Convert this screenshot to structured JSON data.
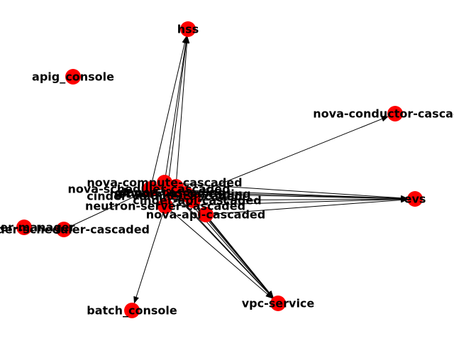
{
  "graph": {
    "node_color": "#ff0000",
    "edge_color": "#000000",
    "background": "#ffffff",
    "nodes": [
      {
        "id": "hss",
        "label": "hss"
      },
      {
        "id": "apig_console",
        "label": "apig_console"
      },
      {
        "id": "nova-conductor-cascaded",
        "label": "nova-conductor-cascaded"
      },
      {
        "id": "evs",
        "label": "evs"
      },
      {
        "id": "nova-compute-cascaded",
        "label": "nova-compute-cascaded"
      },
      {
        "id": "nova-scheduler-cascaded",
        "label": "nova-scheduler-cascaded"
      },
      {
        "id": "cinder-volume-cascaded",
        "label": "cinder-volume-cascaded"
      },
      {
        "id": "neutron-server-cascaded",
        "label": "neutron-server-cascaded"
      },
      {
        "id": "nova-api-cascaded",
        "label": "nova-api-cascaded"
      },
      {
        "id": "cinder-scheduler-cascaded",
        "label": "cinder-scheduler-cascaded"
      },
      {
        "id": "cinder-manager",
        "label": "cinder-manager"
      },
      {
        "id": "batch_console",
        "label": "batch_console"
      },
      {
        "id": "vpc-service",
        "label": "vpc-service"
      },
      {
        "id": "networking-cascading",
        "label": "networking-cascading"
      },
      {
        "id": "cinder-api-cascaded",
        "label": "cinder-api-cascaded"
      },
      {
        "id": "glance-cascading",
        "label": "glance-cascading"
      }
    ],
    "edges": [
      [
        "nova-compute-cascaded",
        "hss"
      ],
      [
        "nova-compute-cascaded",
        "evs"
      ],
      [
        "nova-compute-cascaded",
        "vpc-service"
      ],
      [
        "nova-scheduler-cascaded",
        "hss"
      ],
      [
        "nova-scheduler-cascaded",
        "evs"
      ],
      [
        "cinder-volume-cascaded",
        "evs"
      ],
      [
        "cinder-volume-cascaded",
        "vpc-service"
      ],
      [
        "neutron-server-cascaded",
        "hss"
      ],
      [
        "neutron-server-cascaded",
        "evs"
      ],
      [
        "neutron-server-cascaded",
        "vpc-service"
      ],
      [
        "neutron-server-cascaded",
        "nova-conductor-cascaded"
      ],
      [
        "neutron-server-cascaded",
        "batch_console"
      ],
      [
        "nova-api-cascaded",
        "evs"
      ],
      [
        "nova-api-cascaded",
        "vpc-service"
      ],
      [
        "cinder-scheduler-cascaded",
        "nova-compute-cascaded"
      ],
      [
        "networking-cascading",
        "evs"
      ],
      [
        "networking-cascading",
        "vpc-service"
      ],
      [
        "cinder-api-cascaded",
        "evs"
      ],
      [
        "cinder-api-cascaded",
        "vpc-service"
      ],
      [
        "glance-cascading",
        "hss"
      ],
      [
        "glance-cascading",
        "vpc-service"
      ]
    ]
  }
}
